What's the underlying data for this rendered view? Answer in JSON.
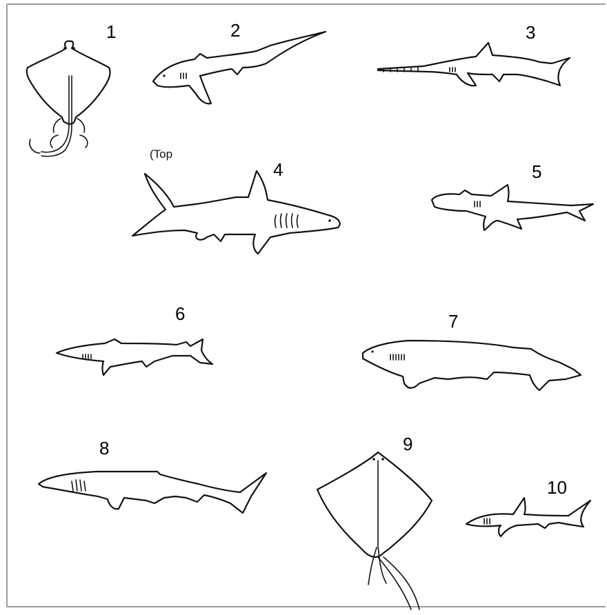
{
  "figure": {
    "caption_fragment": "(Top",
    "items": [
      {
        "number": "1"
      },
      {
        "number": "2"
      },
      {
        "number": "3"
      },
      {
        "number": "4"
      },
      {
        "number": "5"
      },
      {
        "number": "6"
      },
      {
        "number": "7"
      },
      {
        "number": "8"
      },
      {
        "number": "9"
      },
      {
        "number": "10"
      }
    ]
  }
}
